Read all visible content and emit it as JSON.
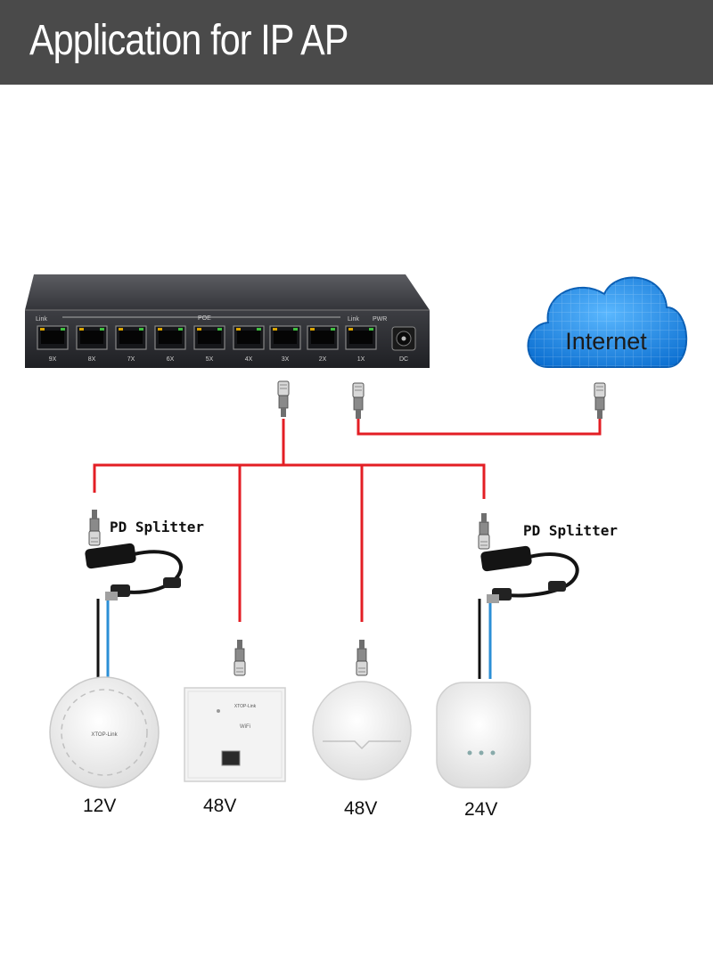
{
  "header": {
    "title": "Application for IP AP"
  },
  "switch": {
    "link_label": "Link",
    "poe_label": "POE",
    "uplink_link_label": "Link",
    "pwr_label": "PWR",
    "port_labels": [
      "9X",
      "8X",
      "7X",
      "6X",
      "5X",
      "4X",
      "3X",
      "2X",
      "1X"
    ],
    "dc_label": "DC"
  },
  "cloud": {
    "label": "Internet"
  },
  "splitters": [
    {
      "label": "PD Splitter"
    },
    {
      "label": "PD Splitter"
    }
  ],
  "devices": [
    {
      "voltage": "12V",
      "brand": "XTOP-Link"
    },
    {
      "voltage": "48V",
      "brand": "XTOP-Link",
      "wifi": "WiFi"
    },
    {
      "voltage": "48V"
    },
    {
      "voltage": "24V"
    }
  ],
  "colors": {
    "poe_cable": "#e31e24",
    "header_bg": "#4a4a4a",
    "cloud": "#1e88e5",
    "dc_cable": "#2b8fd6"
  }
}
